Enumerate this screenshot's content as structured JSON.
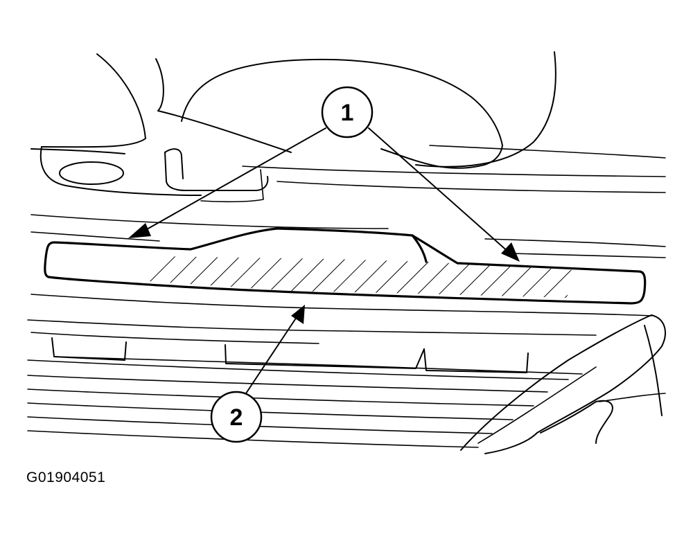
{
  "figure": {
    "callouts": [
      {
        "number": "1",
        "meaning": ""
      },
      {
        "number": "2",
        "meaning": ""
      }
    ],
    "figure_id": "G01904051",
    "colors": {
      "line": "#000000",
      "background": "#ffffff"
    }
  }
}
